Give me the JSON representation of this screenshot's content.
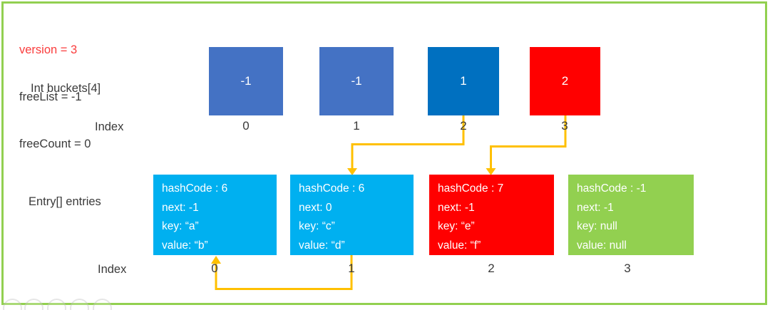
{
  "header": {
    "version_line": "version = 3",
    "freelist_line": "freeList = -1",
    "freecount_line": "freeCount = 0"
  },
  "buckets": {
    "label": "Int buckets[4]",
    "index_label": "Index",
    "items": [
      {
        "value": "-1",
        "index": "0",
        "color": "#4472c4"
      },
      {
        "value": "-1",
        "index": "1",
        "color": "#4472c4"
      },
      {
        "value": "1",
        "index": "2",
        "color": "#0070c0"
      },
      {
        "value": "2",
        "index": "3",
        "color": "#ff0000"
      }
    ]
  },
  "entries": {
    "label": "Entry[] entries",
    "index_label": "Index",
    "items": [
      {
        "index": "0",
        "color": "#00b0f0",
        "lines": [
          "hashCode : 6",
          "next: -1",
          "key: “a”",
          "value: “b”"
        ]
      },
      {
        "index": "1",
        "color": "#00b0f0",
        "lines": [
          "hashCode : 6",
          "next: 0",
          "key: “c”",
          "value: “d”"
        ]
      },
      {
        "index": "2",
        "color": "#ff0000",
        "lines": [
          "hashCode : 7",
          "next: -1",
          "key: “e”",
          "value: “f”"
        ]
      },
      {
        "index": "3",
        "color": "#92d050",
        "lines": [
          "hashCode : -1",
          "next: -1",
          "key: null",
          "value: null"
        ]
      }
    ]
  },
  "arrows": {
    "color": "#ffc000",
    "links": [
      "bucket-2-to-entry-1",
      "bucket-3-to-entry-2",
      "entry-1-next-to-entry-0"
    ]
  },
  "colors": {
    "slide_border": "#92d050",
    "version_red": "#fa3c3c",
    "label_text": "#3a3a3a",
    "bucket_blue": "#4472c4",
    "bucket_dark_blue": "#0070c0",
    "alert_red": "#ff0000",
    "entry_cyan": "#00b0f0",
    "entry_green": "#92d050",
    "arrow_orange": "#ffc000"
  },
  "watermark": {
    "circle_count": 5
  }
}
